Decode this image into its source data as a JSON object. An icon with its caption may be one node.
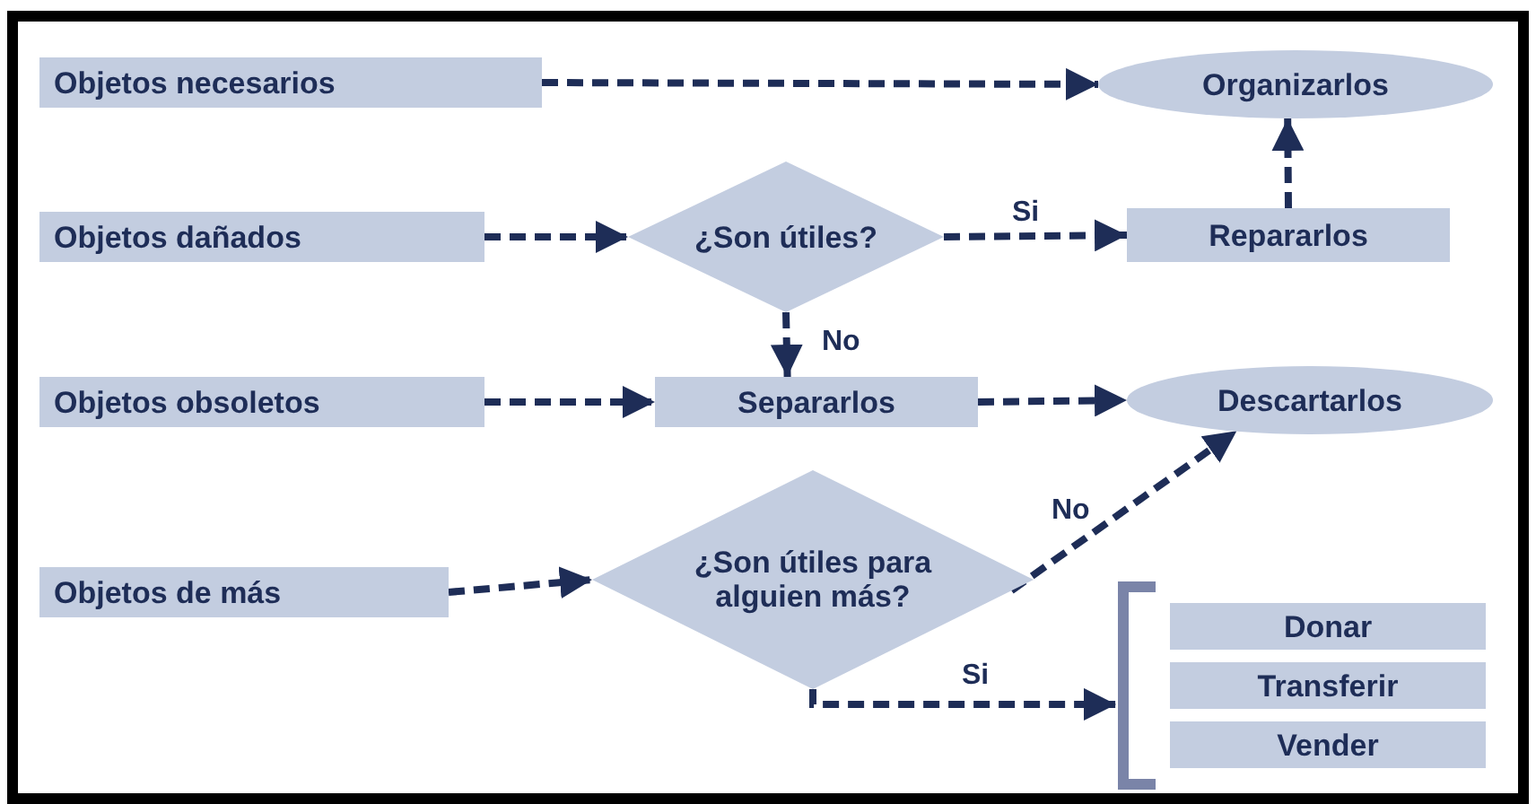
{
  "diagram": {
    "nodes": [
      {
        "text": [
          "Objetos necesarios"
        ]
      },
      {
        "text": [
          "Organizarlos"
        ]
      },
      {
        "text": [
          "Objetos dañados"
        ]
      },
      {
        "text": [
          "¿Son útiles?"
        ]
      },
      {
        "text": [
          "Repararlos"
        ]
      },
      {
        "text": [
          "Objetos obsoletos"
        ]
      },
      {
        "text": [
          "Separarlos"
        ]
      },
      {
        "text": [
          "Descartarlos"
        ]
      },
      {
        "text": [
          "Objetos de más"
        ]
      },
      {
        "text": [
          "¿Son útiles para alguien más?"
        ]
      },
      {
        "text": [],
        "shape": "bracket"
      },
      {
        "text": [
          "Donar"
        ],
        "in": 10
      },
      {
        "text": [
          "Transferir"
        ],
        "in": 10
      },
      {
        "text": [
          "Vender"
        ],
        "in": 10
      }
    ],
    "edges": [
      {
        "from": 0,
        "to": 1,
        "arrow": "to",
        "style": "dashed"
      },
      {
        "from": 2,
        "to": 3,
        "arrow": "to",
        "style": "dashed"
      },
      {
        "from": 3,
        "to": 4,
        "arrow": "to",
        "style": "dashed",
        "label": "Si"
      },
      {
        "from": 4,
        "to": 1,
        "arrow": "to",
        "style": "dashed"
      },
      {
        "from": 3,
        "to": 6,
        "arrow": "to",
        "style": "dashed",
        "label": "No"
      },
      {
        "from": 5,
        "to": 6,
        "arrow": "to",
        "style": "dashed"
      },
      {
        "from": 6,
        "to": 7,
        "arrow": "to",
        "style": "dashed"
      },
      {
        "from": 8,
        "to": 9,
        "arrow": "to",
        "style": "dashed"
      },
      {
        "from": 9,
        "to": 7,
        "arrow": "to",
        "style": "dashed",
        "label": "No"
      },
      {
        "from": 9,
        "to": 10,
        "arrow": "to",
        "style": "dashed",
        "label": "Si"
      }
    ]
  }
}
